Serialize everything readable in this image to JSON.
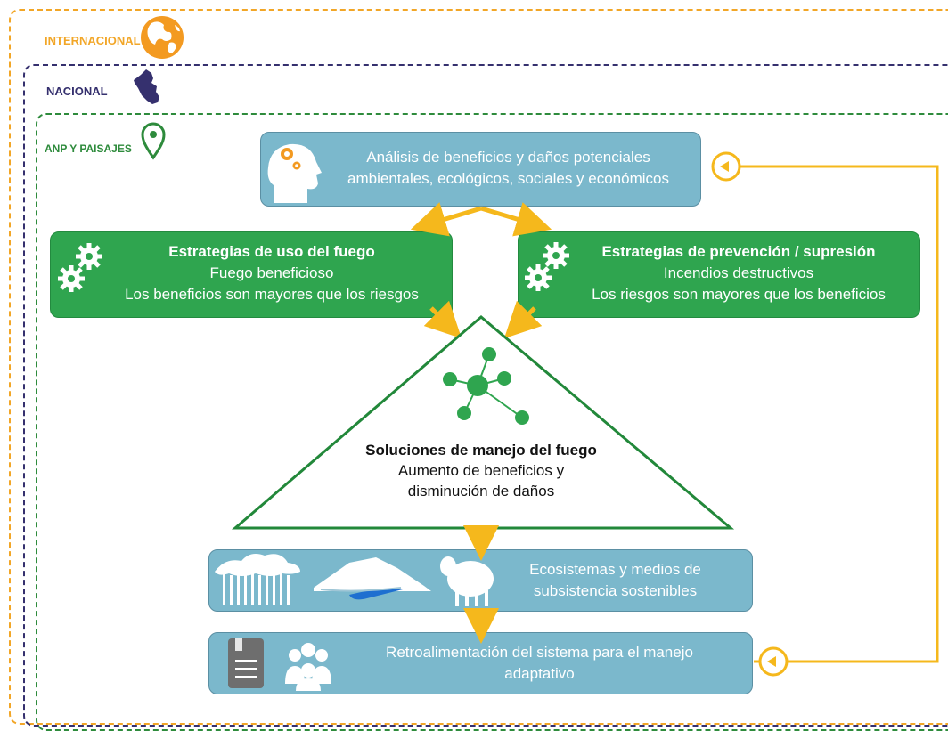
{
  "levels": {
    "international": "INTERNACIONAL",
    "national": "NACIONAL",
    "anp": "ANP Y PAISAJES"
  },
  "analysis": {
    "line1": "Análisis de beneficios y daños potenciales",
    "line2": "ambientales, ecológicos, sociales y económicos"
  },
  "use_strategy": {
    "title": "Estrategias de uso del fuego",
    "line1": "Fuego beneficioso",
    "line2": "Los beneficios son mayores que los riesgos"
  },
  "prevention_strategy": {
    "title": "Estrategias de prevención / supresión",
    "line1": "Incendios destructivos",
    "line2": "Los riesgos son mayores que los beneficios"
  },
  "solutions": {
    "title": "Soluciones de manejo del fuego",
    "line1": "Aumento de beneficios y",
    "line2": "disminución de daños"
  },
  "ecosystems": {
    "line1": "Ecosistemas y medios de",
    "line2": "subsistencia sostenibles"
  },
  "feedback": {
    "line1": "Retroalimentación del sistema para el manejo",
    "line2": "adaptativo"
  },
  "colors": {
    "orange": "#f2a627",
    "navy": "#35306e",
    "green": "#2fa54f",
    "blue_box": "#7bb8cc",
    "arrow": "#f5b81c"
  },
  "icons": [
    "globe-icon",
    "peru-map-icon",
    "location-pin-icon",
    "head-gears-icon",
    "gears-icon",
    "network-icon",
    "trees-icon",
    "mountain-icon",
    "sheep-icon",
    "document-icon",
    "people-icon"
  ]
}
